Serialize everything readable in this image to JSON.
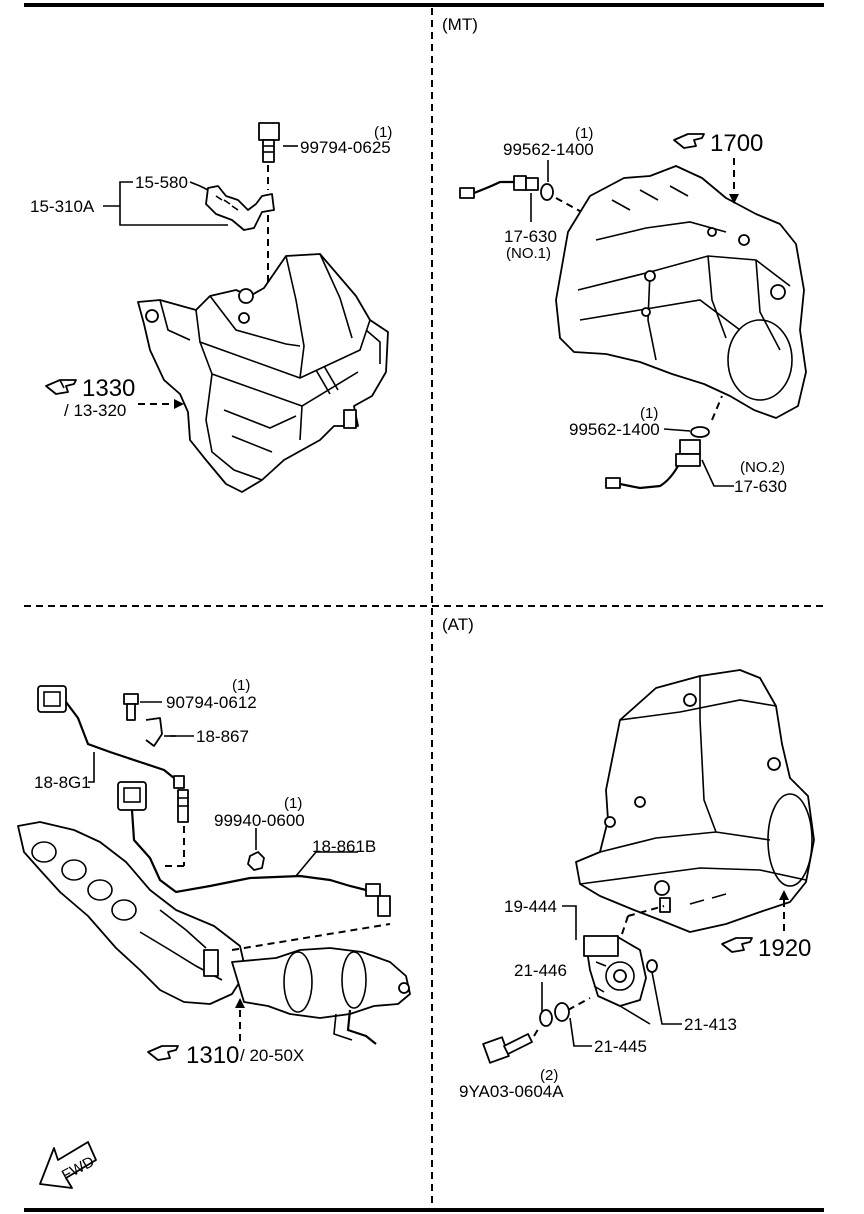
{
  "sections": {
    "mt": "(MT)",
    "at": "(AT)"
  },
  "air_cleaner": {
    "bolt_qty": "(1)",
    "bolt_pn": "99794-0625",
    "sensor": "15-580",
    "assembly": "15-310A",
    "ref_main": "1330",
    "ref_sub": "/ 13-320"
  },
  "mt": {
    "ref": "1700",
    "washer1_qty": "(1)",
    "washer1_pn": "99562-1400",
    "switch1": "17-630",
    "switch1_note": "(NO.1)",
    "washer2_qty": "(1)",
    "washer2_pn": "99562-1400",
    "switch2_note": "(NO.2)",
    "switch2": "17-630"
  },
  "exhaust": {
    "bolt_qty": "(1)",
    "bolt_pn": "90794-0612",
    "bracket": "18-867",
    "sensor_front": "18-8G1",
    "nut_qty": "(1)",
    "nut_pn": "99940-0600",
    "sensor_rear": "18-861B",
    "ref_main": "1310",
    "ref_sub": "/ 20-50X",
    "fwd": "FWD"
  },
  "at": {
    "switch": "19-444",
    "washer_a": "21-446",
    "oring": "21-413",
    "washer_b": "21-445",
    "bolt_qty": "(2)",
    "bolt_pn": "9YA03-0604A",
    "ref": "1920"
  },
  "icons": [
    "pointing-hand-icon",
    "fwd-arrow-icon"
  ]
}
